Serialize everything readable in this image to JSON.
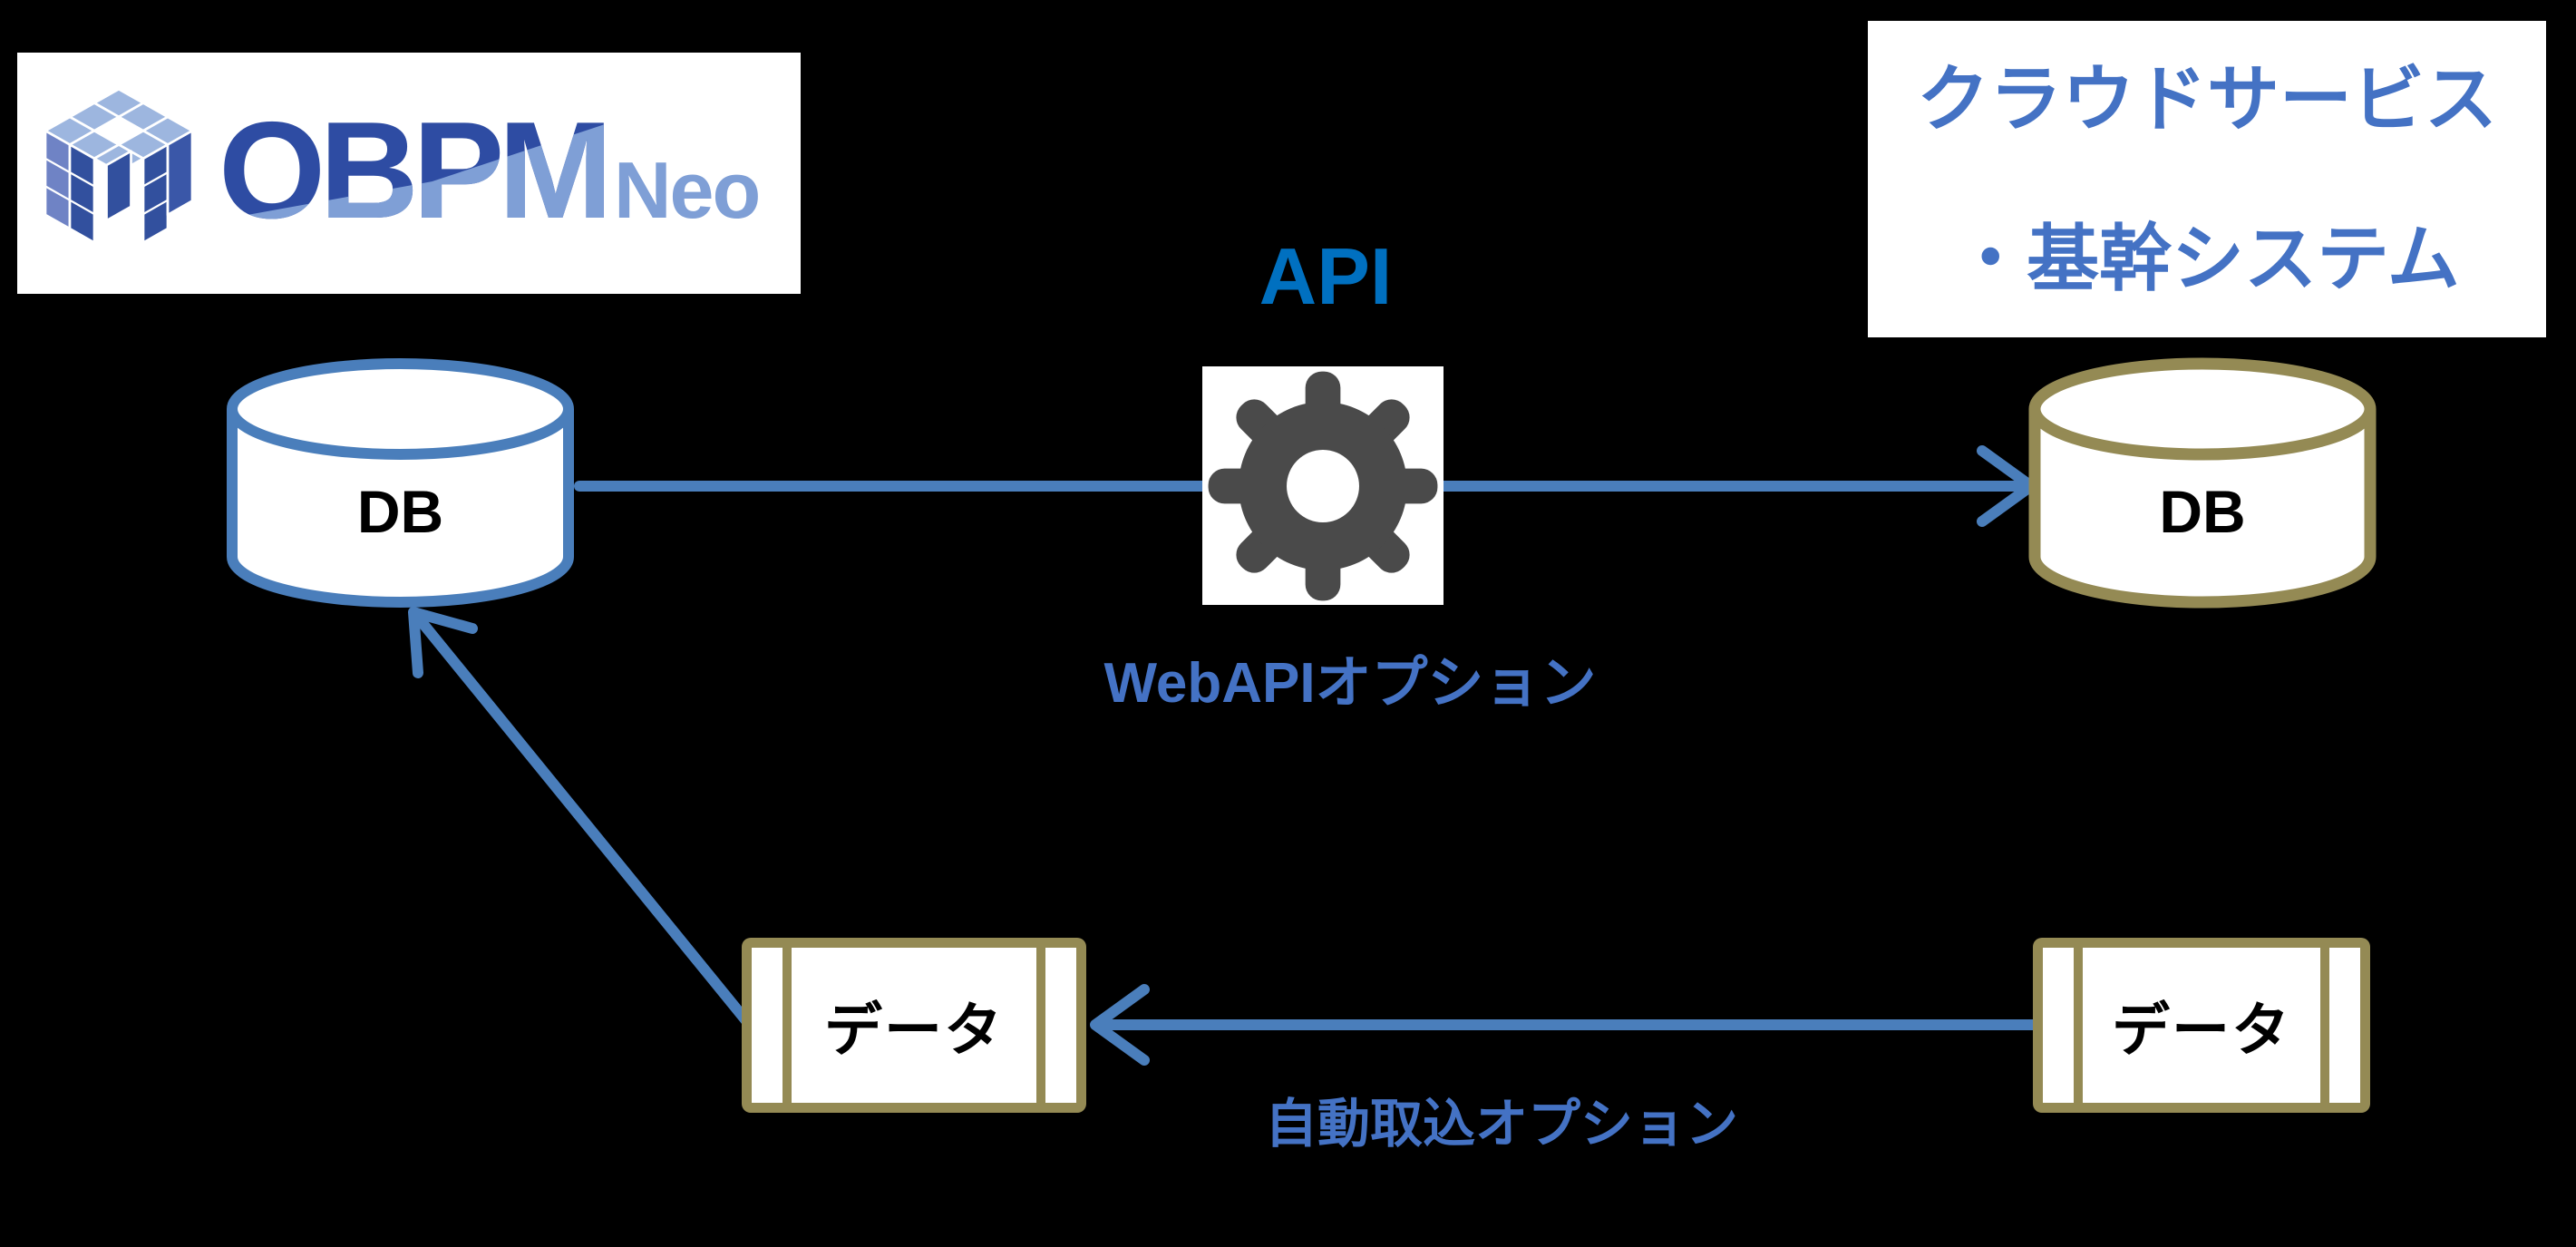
{
  "page": {
    "background": "#000000"
  },
  "logo": {
    "brand": "OBPM",
    "suffix": "Neo"
  },
  "cloud_box": {
    "line1": "クラウドサービス",
    "line2": "・基幹システム"
  },
  "api": {
    "label": "API"
  },
  "labels": {
    "webapi_option": "WebAPIオプション",
    "auto_import_option": "自動取込オプション"
  },
  "left_db": {
    "label": "DB"
  },
  "right_db": {
    "label": "DB"
  },
  "left_data": {
    "label": "データ"
  },
  "right_data": {
    "label": "データ"
  },
  "colors": {
    "arrow_blue": "#4A7EBB",
    "api_blue": "#0070C0",
    "text_blue": "#4472C4",
    "olive": "#948A54",
    "gear_gray": "#4A4A4A",
    "logo_dark_blue": "#2E4CA3",
    "logo_light_blue": "#7F9FD6",
    "background": "#000000"
  }
}
